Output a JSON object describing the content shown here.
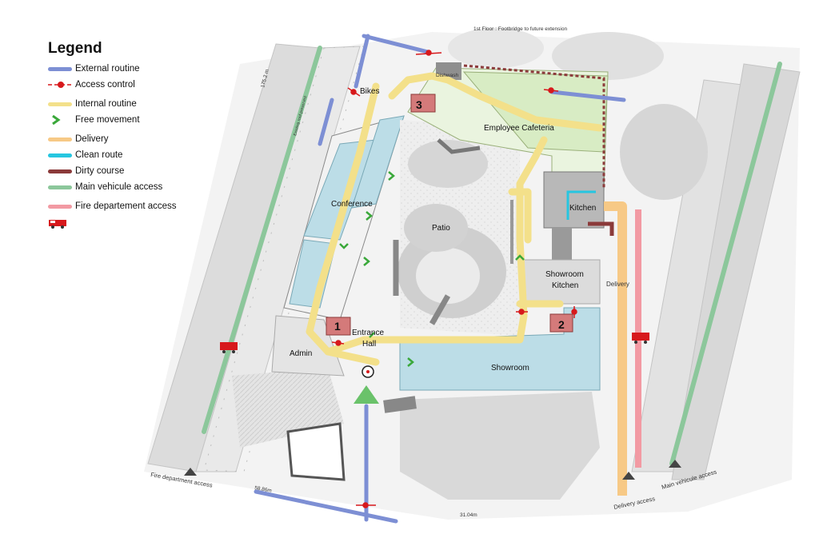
{
  "legend": {
    "title": "Legend",
    "items": [
      {
        "label": "External routine",
        "color": "#7d8fd4",
        "kind": "bar"
      },
      {
        "label": "Access control",
        "color": "#d7191c",
        "kind": "access"
      },
      {
        "label": "Internal routine",
        "color": "#f3e08a",
        "kind": "bar"
      },
      {
        "label": "Free movement",
        "color": "#3aa83a",
        "kind": "chevron"
      },
      {
        "label": "Delivery",
        "color": "#f7c986",
        "kind": "bar"
      },
      {
        "label": "Clean route",
        "color": "#26c6e0",
        "kind": "bar"
      },
      {
        "label": "Dirty course",
        "color": "#8b3a3a",
        "kind": "bar"
      },
      {
        "label": "Main vehicule access",
        "color": "#8cc79b",
        "kind": "bar"
      },
      {
        "label": "Fire departement access",
        "color": "#f29aa3",
        "kind": "bar"
      }
    ],
    "fire_truck_icon": "fire-truck-icon"
  },
  "map": {
    "labels": {
      "bikes": "Bikes",
      "dishwash": "Dishwash",
      "footbridge": "1st Floor : Footbridge to future extension",
      "cafeteria": "Employee Cafeteria",
      "kitchen": "Kitchen",
      "conference": "Conference",
      "patio": "Patio",
      "showroom_kitchen_1": "Showroom",
      "showroom_kitchen_2": "Kitchen",
      "delivery": "Delivery",
      "entrance_1": "Entrance",
      "entrance_2": "Hall",
      "admin": "Admin",
      "showroom": "Showroom",
      "fire_access": "Fire department access",
      "delivery_access": "Delivery access",
      "main_vehicle_access": "Main vehicule access",
      "dim_1": "58.86m",
      "dim_2": "31.04m",
      "dim_left": "175.2 m",
      "parking_note": "Existing roof preserved"
    },
    "access_points": [
      "1",
      "2",
      "3"
    ]
  }
}
